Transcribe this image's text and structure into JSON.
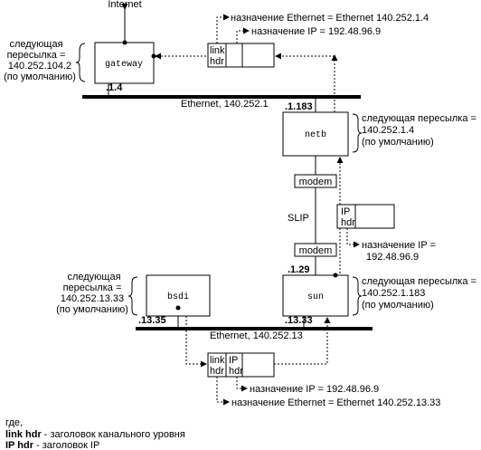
{
  "internet_label": "Internet",
  "hosts": {
    "gateway": "gateway",
    "netb": "netb",
    "bsdi": "bsdi",
    "sun": "sun"
  },
  "next_hop": {
    "gateway": [
      "следующая",
      "пересылка =",
      "140.252.104.2",
      "(по умолчанию)"
    ],
    "netb": [
      "следующая пересылка =",
      "140.252.1.4",
      "(по умолчанию)"
    ],
    "bsdi": [
      "следующая",
      "пересылка =",
      "140.252.13.33",
      "(по умолчанию)"
    ],
    "sun": [
      "следующая пересылка =",
      "140.252.1.183",
      "(по умолчанию)"
    ]
  },
  "interfaces": {
    "gateway": ".1.4",
    "netb": ".1.183",
    "sun_top": ".1.29",
    "bsdi": ".13.35",
    "sun_bottom": ".13.33"
  },
  "networks": {
    "top": "Ethernet,  140.252.1",
    "bottom": "Ethernet,  140.252.13"
  },
  "slip": {
    "label": "SLIP",
    "modem_top": "modem",
    "modem_bottom": "modem"
  },
  "headers": {
    "link_hdr": [
      "link",
      "hdr"
    ],
    "ip_hdr": [
      "IP",
      "hdr"
    ]
  },
  "destinations": {
    "top_eth": "назначение Ethernet = Ethernet 140.252.1.4",
    "top_ip": "назначение IP = 192.48.96.9",
    "slip_ip": [
      "назначение IP =",
      "192.48.96.9"
    ],
    "bottom_ip": "назначение IP = 192.48.96.9",
    "bottom_eth": "назначение Ethernet = Ethernet 140.252.13.33"
  },
  "legend": {
    "where": "где,",
    "link_term": "link hdr",
    "link_desc": " - заголовок канального уровня",
    "ip_term": "IP hdr",
    "ip_desc": "  - заголовок IP"
  }
}
